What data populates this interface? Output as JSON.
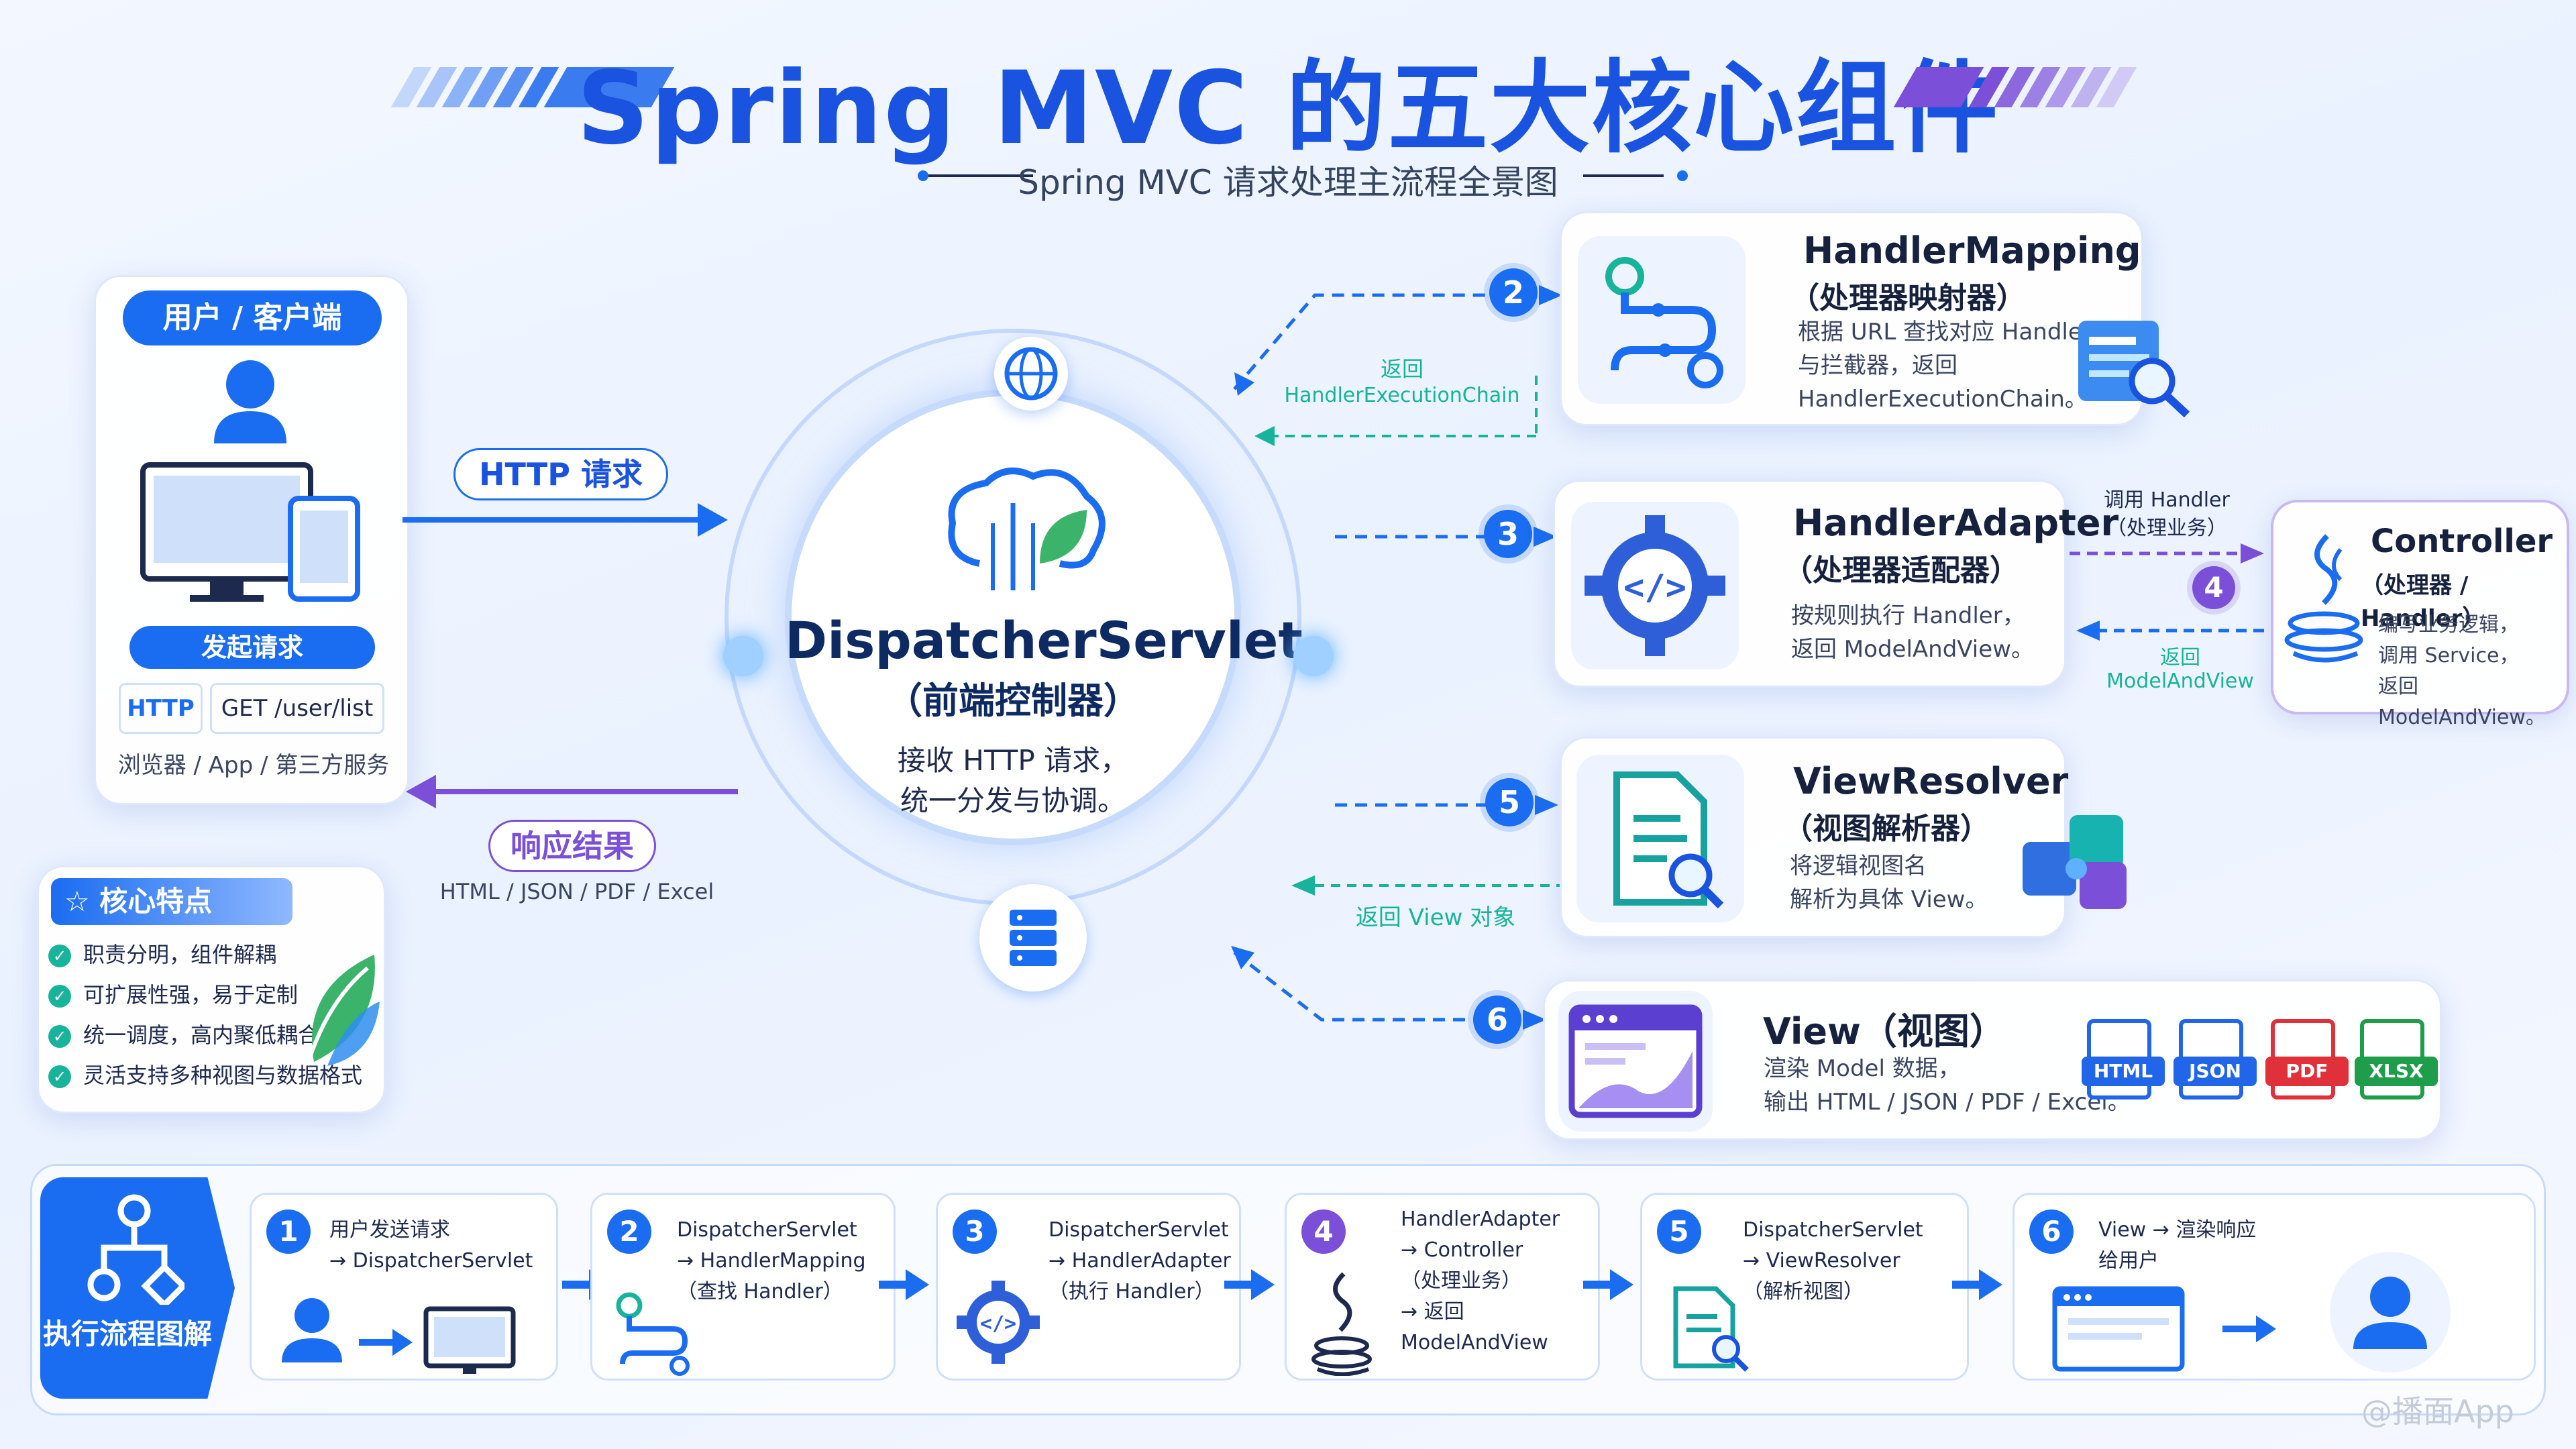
{
  "header": {
    "title": "Spring MVC 的五大核心组件",
    "subtitle": "Spring MVC 请求处理主流程全景图"
  },
  "client": {
    "title": "用户 / 客户端",
    "send_label": "发起请求",
    "protocol": "HTTP",
    "path": "GET /user/list",
    "sources": "浏览器 / App / 第三方服务"
  },
  "http_request_label": "HTTP 请求",
  "response": {
    "label": "响应结果",
    "formats": "HTML / JSON / PDF / Excel"
  },
  "features": {
    "title": "☆ 核心特点",
    "items": [
      "职责分明，组件解耦",
      "可扩展性强，易于定制",
      "统一调度，高内聚低耦合",
      "灵活支持多种视图与数据格式"
    ]
  },
  "dispatcher": {
    "name": "DispatcherServlet",
    "cn": "（前端控制器）",
    "desc1": "接收 HTTP 请求，",
    "desc2": "统一分发与协调。"
  },
  "handler_mapping": {
    "step": "2",
    "name": "HandlerMapping",
    "cn": "（处理器映射器）",
    "desc": [
      "根据 URL 查找对应 Handler",
      "与拦截器，返回",
      "HandlerExecutionChain。"
    ],
    "return1": "返回",
    "return2": "HandlerExecutionChain"
  },
  "handler_adapter": {
    "step": "3",
    "name": "HandlerAdapter",
    "cn": "（处理器适配器）",
    "desc": [
      "按规则执行 Handler，",
      "返回 ModelAndView。"
    ],
    "call1": "调用 Handler",
    "call2": "（处理业务）",
    "step4": "4",
    "return1": "返回",
    "return2": "ModelAndView"
  },
  "controller": {
    "name": "Controller",
    "cn": "（处理器 / Handler）",
    "desc": [
      "编写业务逻辑，",
      "调用 Service，",
      "返回 ModelAndView。"
    ]
  },
  "view_resolver": {
    "step": "5",
    "name": "ViewResolver",
    "cn": "（视图解析器）",
    "desc": [
      "将逻辑视图名",
      "解析为具体 View。"
    ],
    "return_label": "返回 View 对象"
  },
  "view": {
    "step": "6",
    "name": "View（视图）",
    "desc": [
      "渲染 Model 数据，",
      "输出 HTML / JSON / PDF / Excel。"
    ],
    "formats": [
      "HTML",
      "JSON",
      "PDF",
      "XLSX"
    ]
  },
  "flow": {
    "title": "执行流程图解",
    "steps": [
      {
        "num": "1",
        "lines": [
          "用户发送请求",
          "→ DispatcherServlet"
        ]
      },
      {
        "num": "2",
        "lines": [
          "DispatcherServlet",
          "→ HandlerMapping",
          "（查找 Handler）"
        ]
      },
      {
        "num": "3",
        "lines": [
          "DispatcherServlet",
          "→ HandlerAdapter",
          "（执行 Handler）"
        ]
      },
      {
        "num": "4",
        "lines": [
          "HandlerAdapter",
          "→ Controller",
          "（处理业务）",
          "→ 返回 ModelAndView"
        ]
      },
      {
        "num": "5",
        "lines": [
          "DispatcherServlet",
          "→ ViewResolver",
          "（解析视图）"
        ]
      },
      {
        "num": "6",
        "lines": [
          "View → 渲染响应",
          "给用户"
        ]
      }
    ]
  },
  "watermark": "@播面App",
  "colors": {
    "primary": "#1a6cf0",
    "title": "#1a53e0",
    "purple": "#7b4fd8",
    "teal": "#17b39a"
  }
}
